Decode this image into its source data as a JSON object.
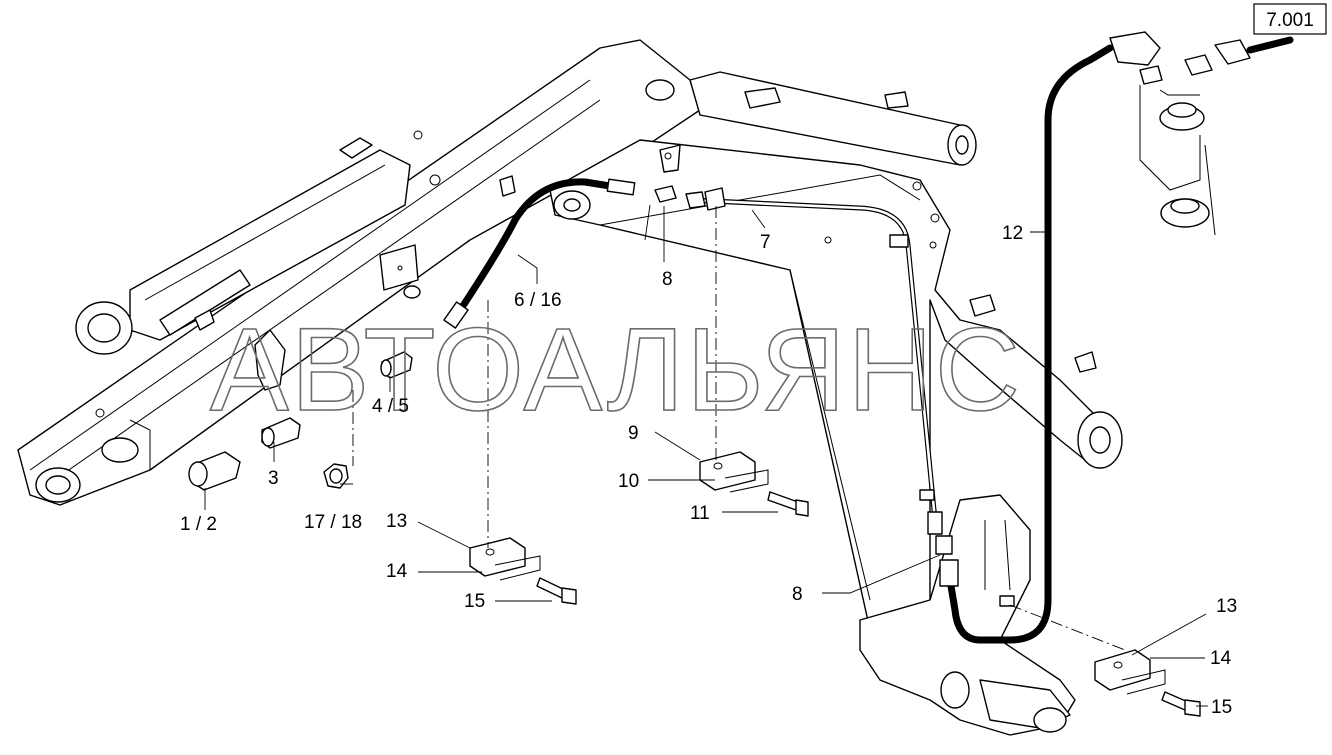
{
  "reference_box": {
    "text": "7.001"
  },
  "watermark": {
    "text": "АВТОАЛЬЯНС"
  },
  "callouts": [
    {
      "id": "c-1-2",
      "text": "1 / 2"
    },
    {
      "id": "c-3",
      "text": "3"
    },
    {
      "id": "c-4-5",
      "text": "4 / 5"
    },
    {
      "id": "c-17-18",
      "text": "17 / 18"
    },
    {
      "id": "c-6-16",
      "text": "6 / 16"
    },
    {
      "id": "c-8-top",
      "text": "8"
    },
    {
      "id": "c-7",
      "text": "7"
    },
    {
      "id": "c-12",
      "text": "12"
    },
    {
      "id": "c-9",
      "text": "9"
    },
    {
      "id": "c-10",
      "text": "10"
    },
    {
      "id": "c-11",
      "text": "11"
    },
    {
      "id": "c-13-left",
      "text": "13"
    },
    {
      "id": "c-14-left",
      "text": "14"
    },
    {
      "id": "c-15-left",
      "text": "15"
    },
    {
      "id": "c-8-bottom",
      "text": "8"
    },
    {
      "id": "c-13-right",
      "text": "13"
    },
    {
      "id": "c-14-right",
      "text": "14"
    },
    {
      "id": "c-15-right",
      "text": "15"
    }
  ]
}
